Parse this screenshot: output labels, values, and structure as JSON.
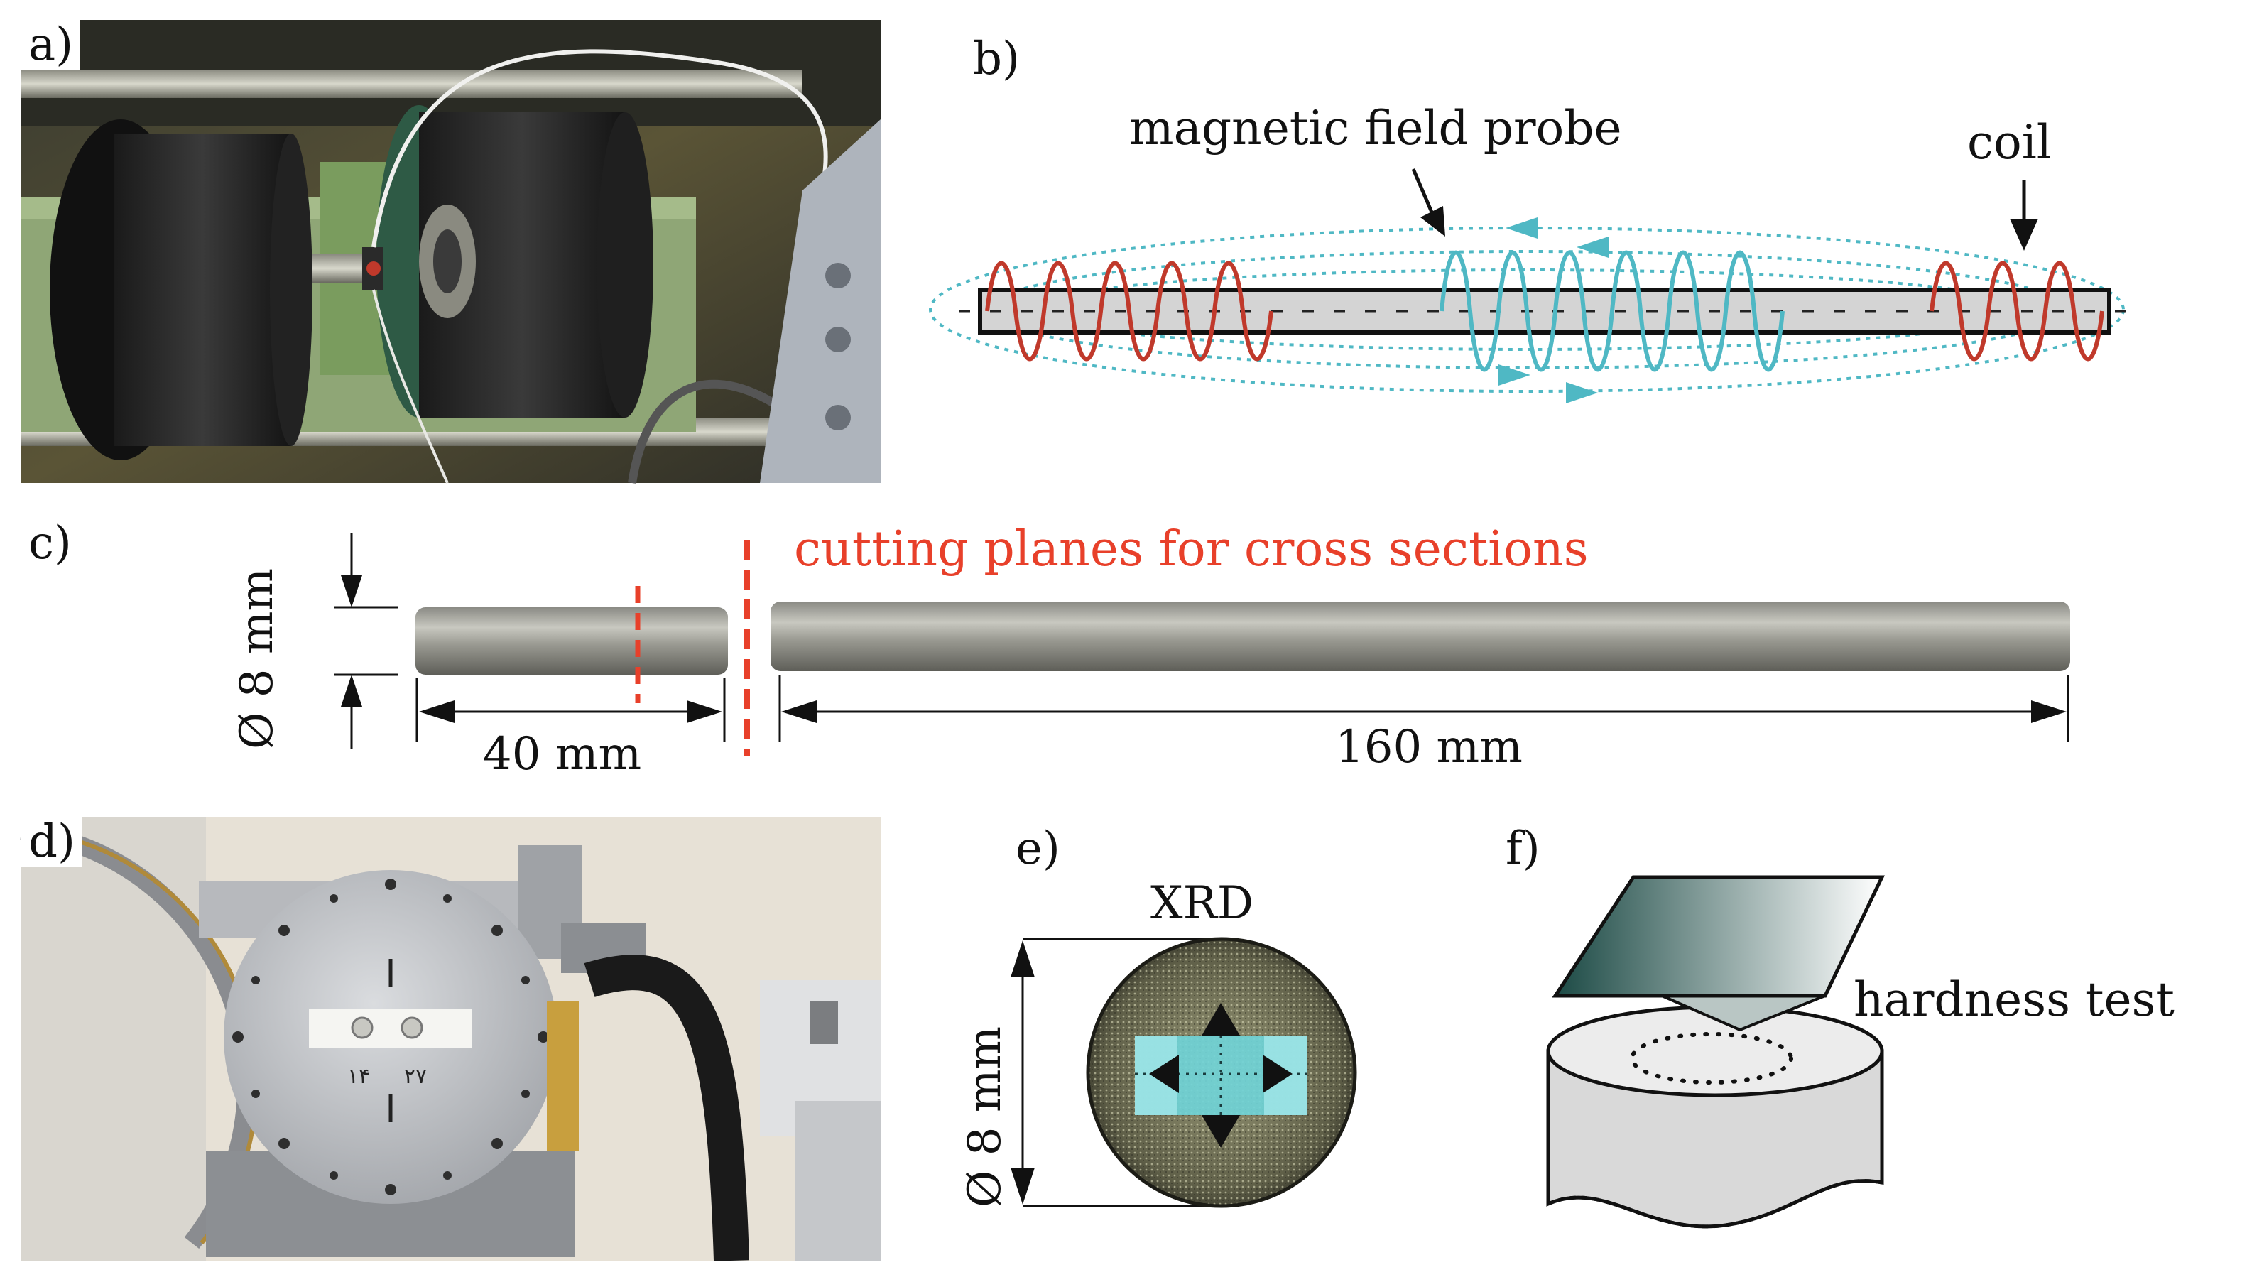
{
  "panels": {
    "a": {
      "label": "a)"
    },
    "b": {
      "label": "b)",
      "probe_label": "magnetic field probe",
      "coil_label": "coil"
    },
    "c": {
      "label": "c)",
      "cut_label": "cutting planes for cross sections",
      "diameter_label": "Ø 8 mm",
      "short_length": "40 mm",
      "long_length": "160 mm"
    },
    "d": {
      "label": "d)",
      "sample_marks": [
        "۱۴",
        "۲۷"
      ]
    },
    "e": {
      "label": "e)",
      "title": "XRD",
      "diameter_label": "Ø 8 mm"
    },
    "f": {
      "label": "f)",
      "caption": "hardness test"
    }
  },
  "colors": {
    "coil_red": "#c0392b",
    "probe_teal": "#4fb8c4",
    "cut_red": "#e8402a",
    "indenter_dark": "#1c4a45",
    "xrd_teal": "#6fd4d8"
  }
}
